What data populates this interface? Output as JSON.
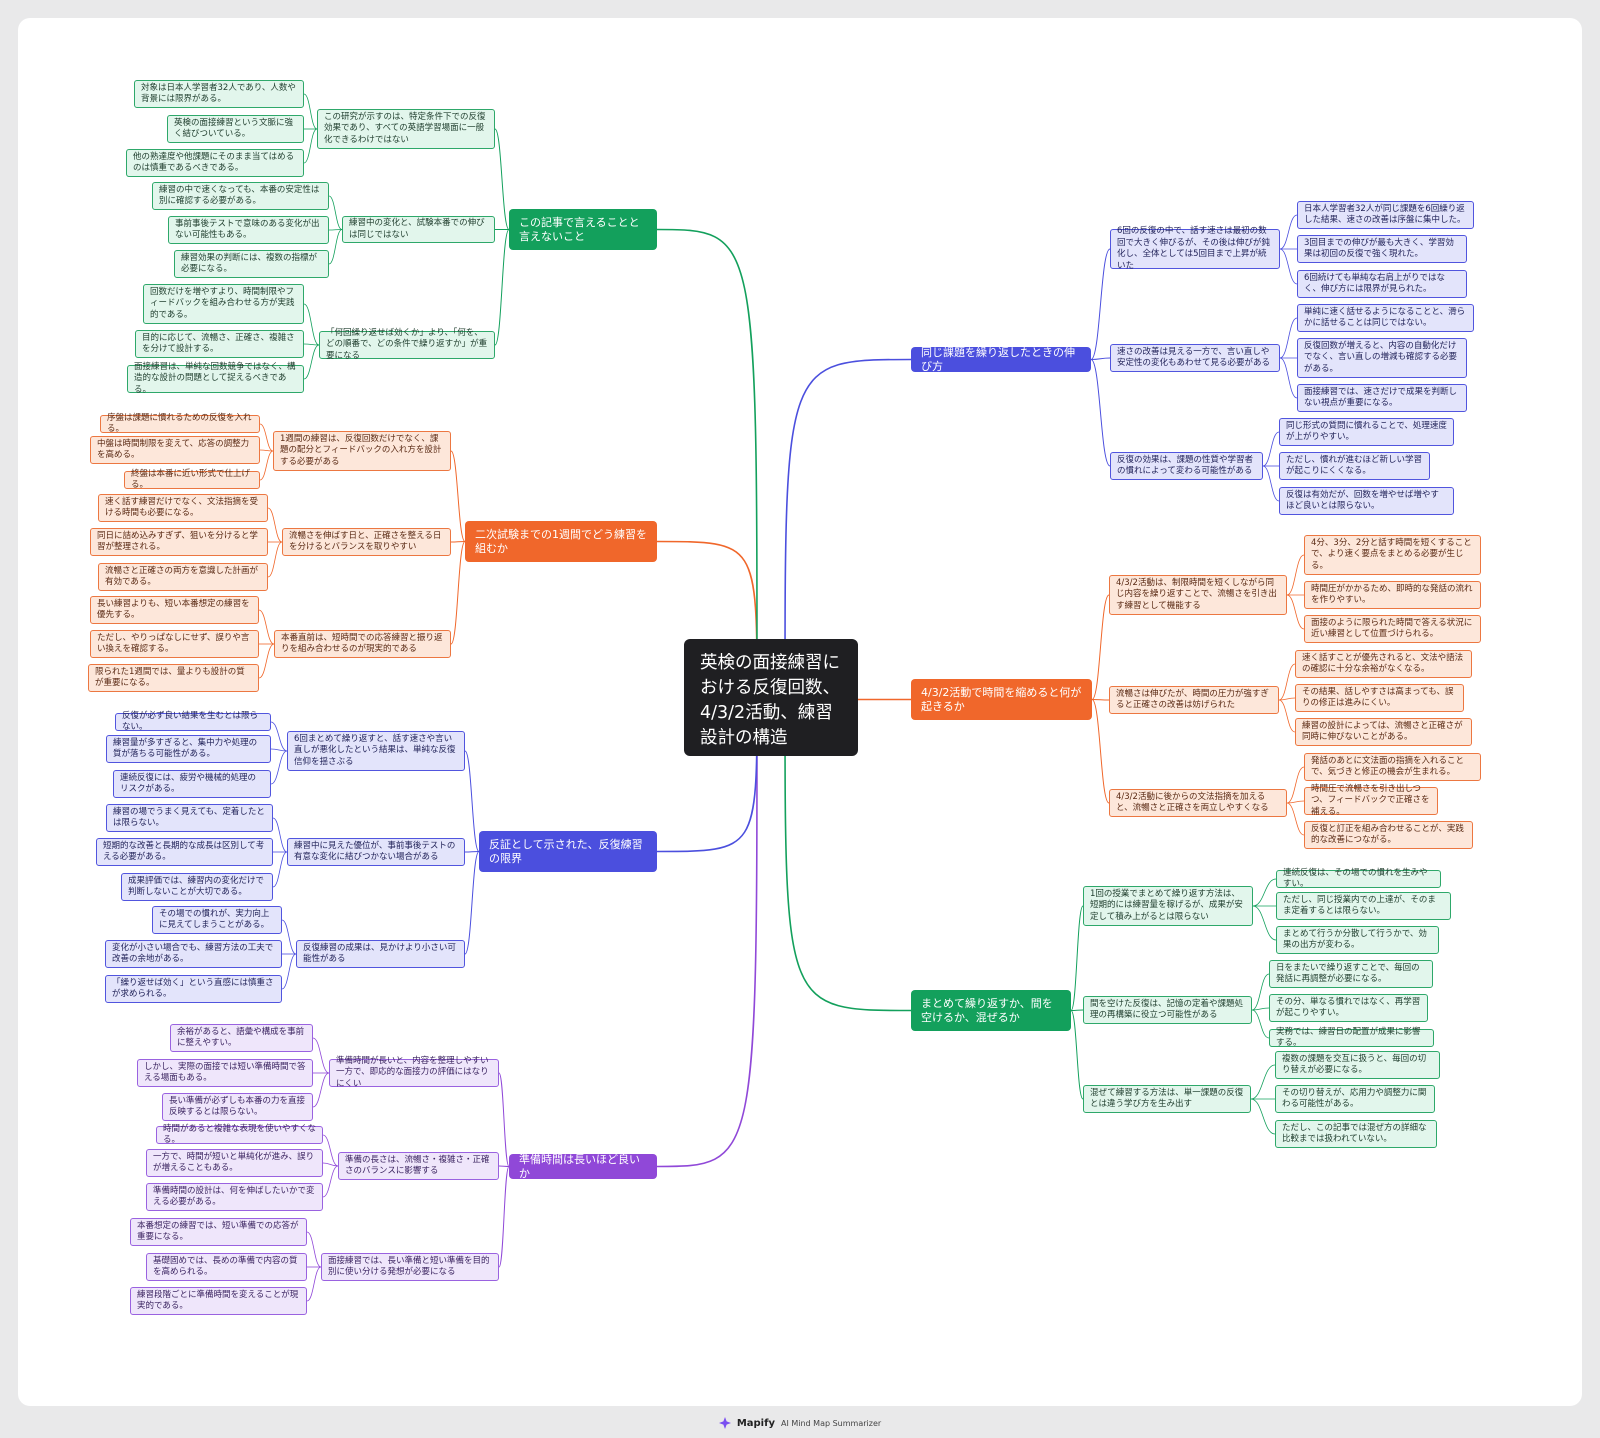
{
  "center": "英検の面接練習における反復回数、4/3/2活動、練習設計の構造",
  "colors": {
    "green": "#13a05c",
    "blue": "#4b4fde",
    "orange": "#f0672b",
    "purple": "#9048d8",
    "center": "#1f1f22"
  },
  "branches": [
    {
      "label": "この記事で言えることと言えないこと",
      "children": [
        {
          "label": "この研究が示すのは、特定条件下での反復効果であり、すべての英語学習場面に一般化できるわけではない",
          "children": [
            "対象は日本人学習者32人であり、人数や背景には限界がある。",
            "英検の面接練習という文脈に強く結びついている。",
            "他の熟達度や他課題にそのまま当てはめるのは慎重であるべきである。"
          ]
        },
        {
          "label": "練習中の変化と、試験本番での伸びは同じではない",
          "children": [
            "練習の中で速くなっても、本番の安定性は別に確認する必要がある。",
            "事前事後テストで意味のある変化が出ない可能性もある。",
            "練習効果の判断には、複数の指標が必要になる。"
          ]
        },
        {
          "label": "「何回繰り返せば効くか」より、「何を、どの順番で、どの条件で繰り返すか」が重要になる",
          "children": [
            "回数だけを増やすより、時間制限やフィードバックを組み合わせる方が実践的である。",
            "目的に応じて、流暢さ、正確さ、複雑さを分けて設計する。",
            "面接練習は、単純な回数競争ではなく、構造的な設計の問題として捉えるべきである。"
          ]
        }
      ]
    },
    {
      "label": "二次試験までの1週間でどう練習を組むか",
      "children": [
        {
          "label": "1週間の練習は、反復回数だけでなく、課題の配分とフィードバックの入れ方を設計する必要がある",
          "children": [
            "序盤は課題に慣れるための反復を入れる。",
            "中盤は時間制限を変えて、応答の調整力を高める。",
            "終盤は本番に近い形式で仕上げる。"
          ]
        },
        {
          "label": "流暢さを伸ばす日と、正確さを整える日を分けるとバランスを取りやすい",
          "children": [
            "速く話す練習だけでなく、文法指摘を受ける時間も必要になる。",
            "同日に詰め込みすぎず、狙いを分けると学習が整理される。",
            "流暢さと正確さの両方を意識した計画が有効である。"
          ]
        },
        {
          "label": "本番直前は、短時間での応答練習と振り返りを組み合わせるのが現実的である",
          "children": [
            "長い練習よりも、短い本番想定の練習を優先する。",
            "ただし、やりっぱなしにせず、誤りや言い換えを確認する。",
            "限られた1週間では、量よりも設計の質が重要になる。"
          ]
        }
      ]
    },
    {
      "label": "反証として示された、反復練習の限界",
      "children": [
        {
          "label": "6回まとめて繰り返すと、話す速さや言い直しが悪化したという結果は、単純な反復信仰を揺さぶる",
          "children": [
            "反復が必ず良い結果を生むとは限らない。",
            "練習量が多すぎると、集中力や処理の質が落ちる可能性がある。",
            "連続反復には、疲労や機械的処理のリスクがある。"
          ]
        },
        {
          "label": "練習中に見えた優位が、事前事後テストの有意な変化に結びつかない場合がある",
          "children": [
            "練習の場でうまく見えても、定着したとは限らない。",
            "短期的な改善と長期的な成長は区別して考える必要がある。",
            "成果評価では、練習内の変化だけで判断しないことが大切である。"
          ]
        },
        {
          "label": "反復練習の成果は、見かけより小さい可能性がある",
          "children": [
            "その場での慣れが、実力向上に見えてしまうことがある。",
            "変化が小さい場合でも、練習方法の工夫で改善の余地がある。",
            "「繰り返せば効く」という直感には慎重さが求められる。"
          ]
        }
      ]
    },
    {
      "label": "準備時間は長いほど良いか",
      "children": [
        {
          "label": "準備時間が長いと、内容を整理しやすい一方で、即応的な面接力の評価にはなりにくい",
          "children": [
            "余裕があると、語彙や構成を事前に整えやすい。",
            "しかし、実際の面接では短い準備時間で答える場面もある。",
            "長い準備が必ずしも本番の力を直接反映するとは限らない。"
          ]
        },
        {
          "label": "準備の長さは、流暢さ・複雑さ・正確さのバランスに影響する",
          "children": [
            "時間があると複雑な表現を使いやすくなる。",
            "一方で、時間が短いと単純化が進み、誤りが増えることもある。",
            "準備時間の設計は、何を伸ばしたいかで変える必要がある。"
          ]
        },
        {
          "label": "面接練習では、長い準備と短い準備を目的別に使い分ける発想が必要になる",
          "children": [
            "本番想定の練習では、短い準備での応答が重要になる。",
            "基礎固めでは、長めの準備で内容の質を高められる。",
            "練習段階ごとに準備時間を変えることが現実的である。"
          ]
        }
      ]
    },
    {
      "label": "同じ課題を繰り返したときの伸び方",
      "children": [
        {
          "label": "6回の反復の中で、話す速さは最初の数回で大きく伸びるが、その後は伸びが鈍化し、全体としては5回目まで上昇が続いた",
          "children": [
            "日本人学習者32人が同じ課題を6回繰り返した結果、速さの改善は序盤に集中した。",
            "3回目までの伸びが最も大きく、学習効果は初回の反復で強く現れた。",
            "6回続けても単純な右肩上がりではなく、伸び方には限界が見られた。"
          ]
        },
        {
          "label": "速さの改善は見える一方で、言い直しや安定性の変化もあわせて見る必要がある",
          "children": [
            "単純に速く話せるようになることと、滑らかに話せることは同じではない。",
            "反復回数が増えると、内容の自動化だけでなく、言い直しの増減も確認する必要がある。",
            "面接練習では、速さだけで成果を判断しない視点が重要になる。"
          ]
        },
        {
          "label": "反復の効果は、課題の性質や学習者の慣れによって変わる可能性がある",
          "children": [
            "同じ形式の質問に慣れることで、処理速度が上がりやすい。",
            "ただし、慣れが進むほど新しい学習が起こりにくくなる。",
            "反復は有効だが、回数を増やせば増やすほど良いとは限らない。"
          ]
        }
      ]
    },
    {
      "label": "4/3/2活動で時間を縮めると何が起きるか",
      "children": [
        {
          "label": "4/3/2活動は、制限時間を短くしながら同じ内容を繰り返すことで、流暢さを引き出す練習として機能する",
          "children": [
            "4分、3分、2分と話す時間を短くすることで、より速く要点をまとめる必要が生じる。",
            "時間圧がかかるため、即時的な発話の流れを作りやすい。",
            "面接のように限られた時間で答える状況に近い練習として位置づけられる。"
          ]
        },
        {
          "label": "流暢さは伸びたが、時間の圧力が強すぎると正確さの改善は妨げられた",
          "children": [
            "速く話すことが優先されると、文法や語法の確認に十分な余裕がなくなる。",
            "その結果、話しやすさは高まっても、誤りの修正は進みにくい。",
            "練習の設計によっては、流暢さと正確さが同時に伸びないことがある。"
          ]
        },
        {
          "label": "4/3/2活動に後からの文法指摘を加えると、流暢さと正確さを両立しやすくなる",
          "children": [
            "発話のあとに文法面の指摘を入れることで、気づきと修正の機会が生まれる。",
            "時間圧で流暢さを引き出しつつ、フィードバックで正確さを補える。",
            "反復と訂正を組み合わせることが、実践的な改善につながる。"
          ]
        }
      ]
    },
    {
      "label": "まとめて繰り返すか、間を空けるか、混ぜるか",
      "children": [
        {
          "label": "1回の授業でまとめて繰り返す方法は、短期的には練習量を稼げるが、成果が安定して積み上がるとは限らない",
          "children": [
            "連続反復は、その場での慣れを生みやすい。",
            "ただし、同じ授業内での上達が、そのまま定着するとは限らない。",
            "まとめて行うか分散して行うかで、効果の出方が変わる。"
          ]
        },
        {
          "label": "間を空けた反復は、記憶の定着や課題処理の再構築に役立つ可能性がある",
          "children": [
            "日をまたいで繰り返すことで、毎回の発話に再調整が必要になる。",
            "その分、単なる慣れではなく、再学習が起こりやすい。",
            "実務では、練習日の配置が成果に影響する。"
          ]
        },
        {
          "label": "混ぜて練習する方法は、単一課題の反復とは違う学び方を生み出す",
          "children": [
            "複数の課題を交互に扱うと、毎回の切り替えが必要になる。",
            "その切り替えが、応用力や調整力に関わる可能性がある。",
            "ただし、この記事では混ぜ方の詳細な比較までは扱われていない。"
          ]
        }
      ]
    }
  ],
  "footer": {
    "brand": "Mapify",
    "tagline": "AI Mind Map Summarizer",
    "logo_icon": "mapify-logo-icon"
  }
}
